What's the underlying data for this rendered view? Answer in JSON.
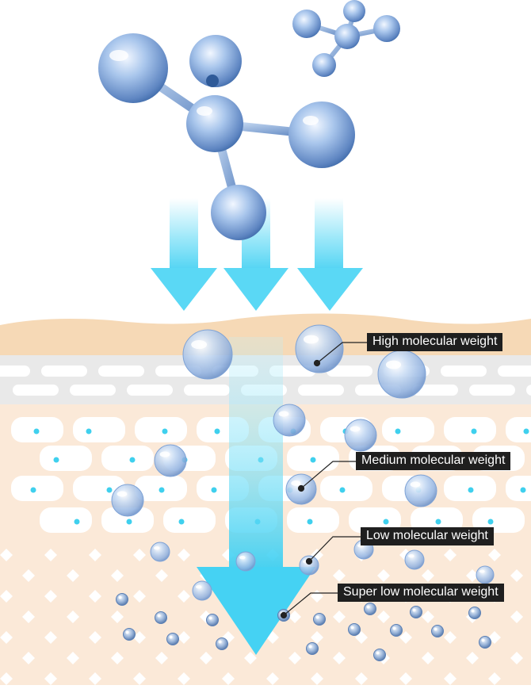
{
  "labels": {
    "high": "High molecular weight",
    "medium": "Medium molecular weight",
    "low": "Low molecular weight",
    "super_low": "Super low molecular weight"
  },
  "colors": {
    "background": "#ffffff",
    "skin_surface": "#f6d9b6",
    "stratum_band": "#e9e9e9",
    "tissue": "#fbe9d8",
    "cell_fill": "#ffffff",
    "nucleus": "#3fd0ee",
    "arrow": "#5ad8f5",
    "molecule": "#8fb5e6",
    "label_bg": "#1f1f1f",
    "label_text": "#ffffff"
  },
  "icons": {
    "molecule_large": "molecule-icon",
    "molecule_small": "molecule-icon",
    "arrow": "down-arrow-icon"
  }
}
